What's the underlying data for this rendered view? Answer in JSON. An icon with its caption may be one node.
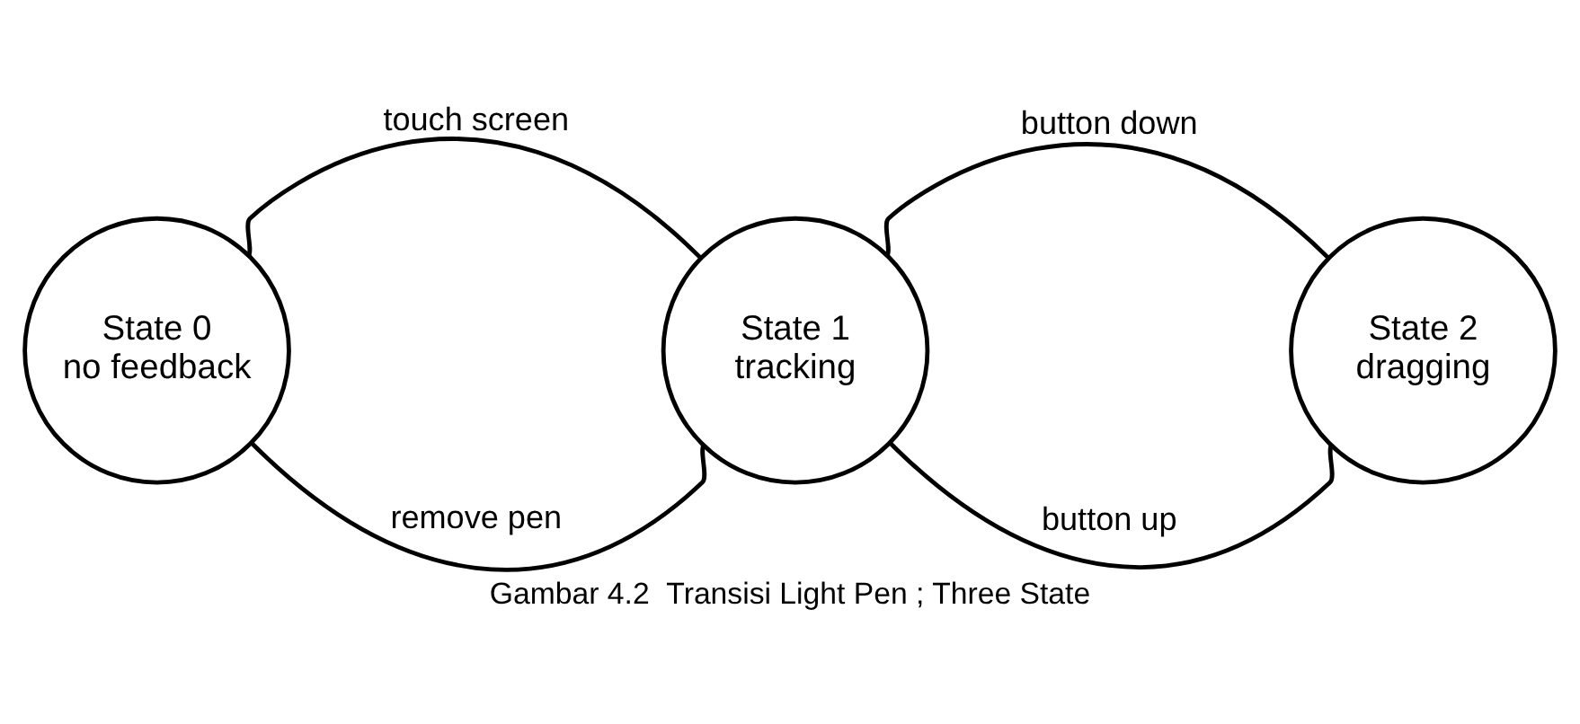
{
  "diagram": {
    "caption": "Gambar 4.2  Transisi Light Pen ; Three State",
    "nodes": [
      {
        "text": [
          "State 0",
          "no feedback"
        ]
      },
      {
        "text": [
          "State 1",
          "tracking"
        ]
      },
      {
        "text": [
          "State 2",
          "dragging"
        ]
      }
    ],
    "edges": [
      {
        "from": 0,
        "to": 1,
        "arrow": "none",
        "label": "touch screen"
      },
      {
        "from": 1,
        "to": 0,
        "arrow": "none",
        "label": "remove pen"
      },
      {
        "from": 1,
        "to": 2,
        "arrow": "none",
        "label": "button down"
      },
      {
        "from": 2,
        "to": 1,
        "arrow": "none",
        "label": "button up"
      }
    ]
  }
}
